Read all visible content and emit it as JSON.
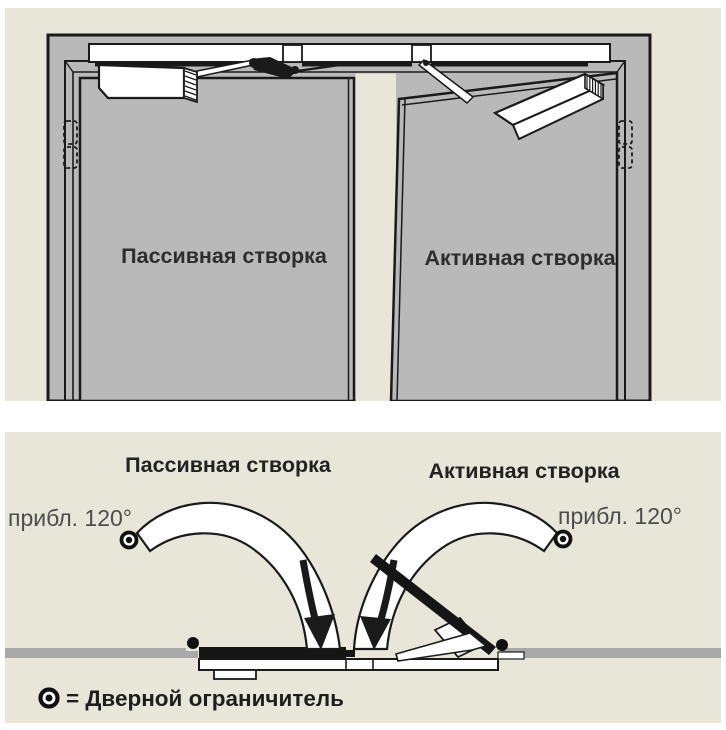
{
  "front_view": {
    "passive_label": "Пассивная створка",
    "active_label": "Активная створка"
  },
  "plan_view": {
    "passive_label": "Пассивная створка",
    "active_label": "Активная створка",
    "angle_left": "прибл. 120°",
    "angle_right": "прибл. 120°",
    "legend_label": "= Дверной ограничитель",
    "legend_icon": "door-limiter-icon",
    "pivot_icon": "door-limiter-icon"
  },
  "colors": {
    "background_beige": "#e8e5d9",
    "wall_gray": "#b9b9b9",
    "plan_wall_gray": "#a9a9a9",
    "line_black": "#1a1a1a",
    "heading_text": "#2d2d2d",
    "angle_text": "#4d4d4d"
  }
}
